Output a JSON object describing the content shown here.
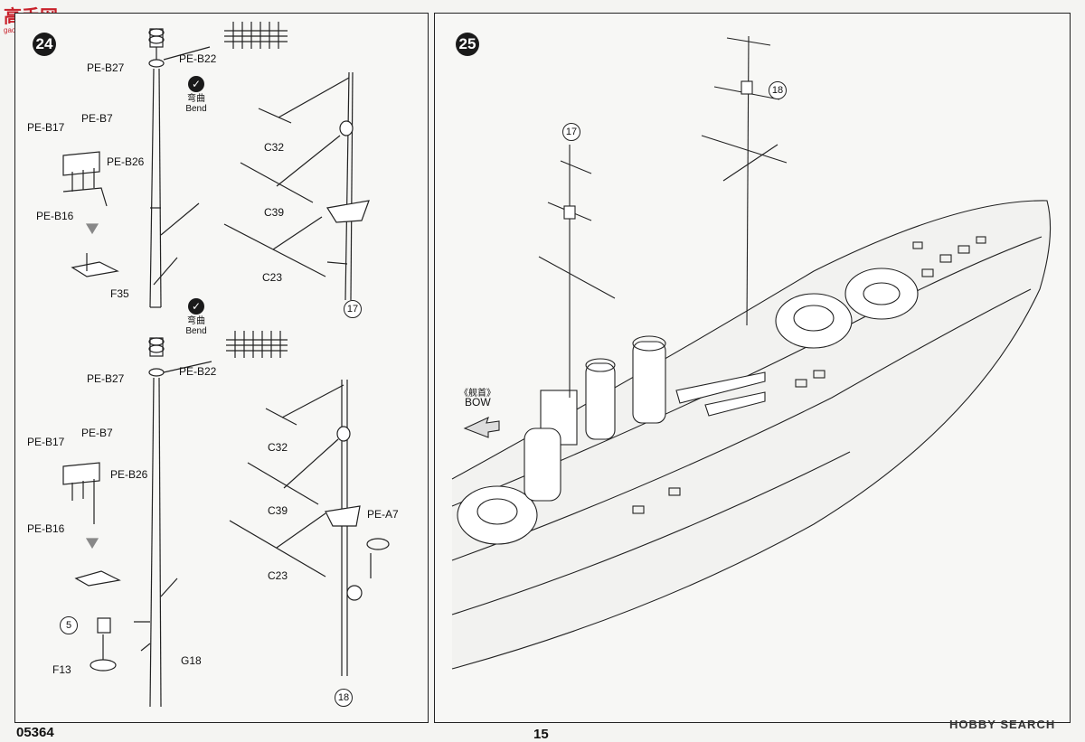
{
  "watermark": {
    "logo_text": "高手网",
    "url": "gao-shou.com"
  },
  "step24": {
    "number": "24",
    "bend_cn": "弯曲",
    "bend_en": "Bend",
    "labels": {
      "pe_b27": "PE-B27",
      "pe_b22": "PE-B22",
      "pe_b17": "PE-B17",
      "pe_b7": "PE-B7",
      "pe_b26": "PE-B26",
      "pe_b16": "PE-B16",
      "f35": "F35",
      "c32": "C32",
      "c39": "C39",
      "c23": "C23",
      "pe_a7": "PE-A7",
      "f13": "F13",
      "g18": "G18"
    },
    "callout_17": "17",
    "callout_18": "18",
    "callout_5": "5"
  },
  "step25": {
    "number": "25",
    "bow_cn": "《舰首》",
    "bow_en": "BOW",
    "callout_17": "17",
    "callout_18": "18"
  },
  "footer": {
    "product_code": "05364",
    "page_number": "15",
    "source_mark": "HOBBY SEARCH"
  }
}
